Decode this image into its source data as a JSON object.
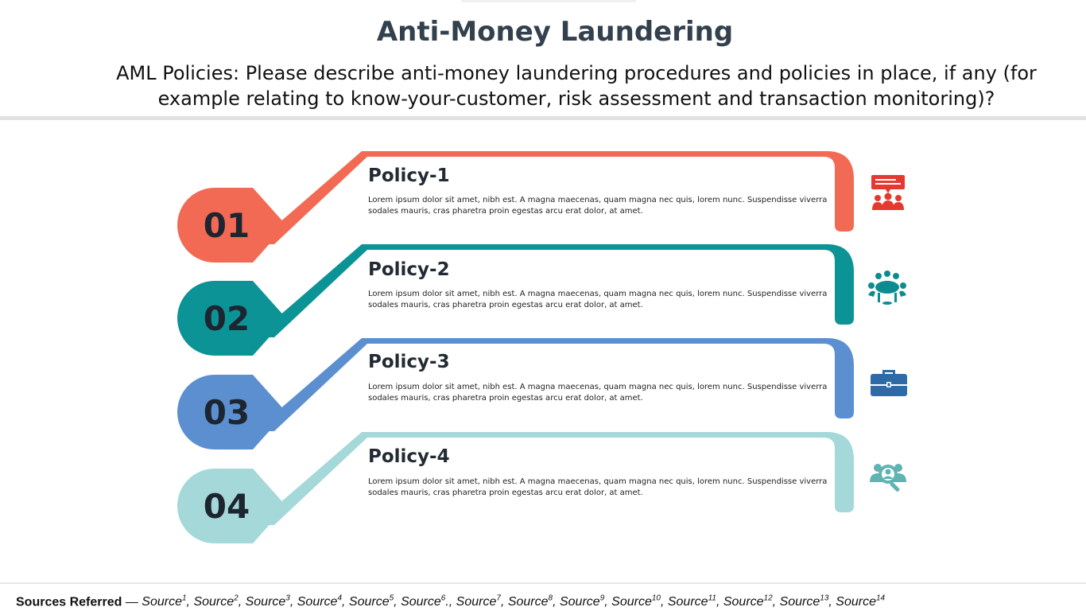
{
  "header": {
    "title": "Anti-Money Laundering",
    "question": "AML Policies: Please describe anti-money laundering procedures and policies in place, if any (for example relating to know-your-customer, risk assessment and transaction monitoring)?"
  },
  "policies": [
    {
      "number": "01",
      "title": "Policy-1",
      "description": "Lorem ipsum dolor sit amet, nibh est. A magna maecenas, quam magna nec quis, lorem nunc. Suspendisse viverra sodales mauris, cras pharetra proin egestas arcu erat dolor, at amet.",
      "color": "#F26A54",
      "icon": "presentation-group-icon"
    },
    {
      "number": "02",
      "title": "Policy-2",
      "description": "Lorem ipsum dolor sit amet, nibh est. A magna maecenas, quam magna nec quis, lorem nunc. Suspendisse viverra sodales mauris, cras pharetra proin egestas arcu erat dolor, at amet.",
      "color": "#0C9396",
      "icon": "meeting-table-icon"
    },
    {
      "number": "03",
      "title": "Policy-3",
      "description": "Lorem ipsum dolor sit amet, nibh est. A magna maecenas, quam magna nec quis, lorem nunc. Suspendisse viverra sodales mauris, cras pharetra proin egestas arcu erat dolor, at amet.",
      "color": "#5B8FCF",
      "icon": "briefcase-icon"
    },
    {
      "number": "04",
      "title": "Policy-4",
      "description": "Lorem ipsum dolor sit amet, nibh est. A magna maecenas, quam magna nec quis, lorem nunc. Suspendisse viverra sodales mauris, cras pharetra proin egestas arcu erat dolor, at amet.",
      "color": "#A5D8D8",
      "icon": "user-search-icon"
    }
  ],
  "footer": {
    "label": "Sources Referred",
    "separator": " — ",
    "sources": [
      {
        "text": "Source",
        "sup": "1",
        "after": ", "
      },
      {
        "text": "Source",
        "sup": "2",
        "after": ", "
      },
      {
        "text": "Source",
        "sup": "3",
        "after": ", "
      },
      {
        "text": "Source",
        "sup": "4",
        "after": ", "
      },
      {
        "text": "Source",
        "sup": "5",
        "after": ", "
      },
      {
        "text": "Source",
        "sup": "6",
        "after": "., "
      },
      {
        "text": "Source",
        "sup": "7",
        "after": ", "
      },
      {
        "text": "Source",
        "sup": "8",
        "after": ", "
      },
      {
        "text": "Source",
        "sup": "9",
        "after": ", "
      },
      {
        "text": "Source",
        "sup": "10",
        "after": ", "
      },
      {
        "text": "Source",
        "sup": "11",
        "after": ", "
      },
      {
        "text": "Source",
        "sup": "12",
        "after": ", "
      },
      {
        "text": "Source",
        "sup": "13",
        "after": ", "
      },
      {
        "text": "Source",
        "sup": "14",
        "after": ""
      }
    ]
  }
}
